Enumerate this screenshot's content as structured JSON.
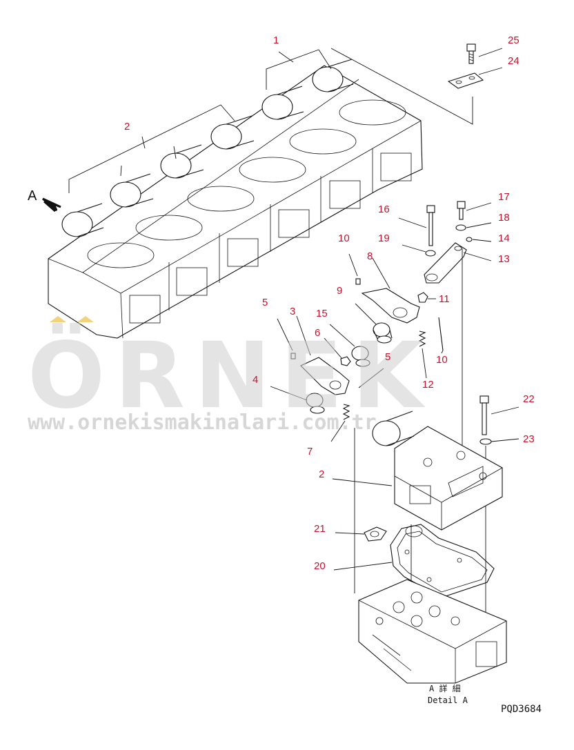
{
  "watermark": {
    "brand": "ÖRNEK",
    "url": "www.ornekismakinalari.com.tr",
    "accent_color": "#f2d27a"
  },
  "view_label": "A",
  "detail_label_jp": "A 詳 細",
  "detail_label_en": "Detail A",
  "drawing_code": "PQD3684",
  "colors": {
    "callout": "#c8102e",
    "line": "#111111",
    "watermark": "#cfcfcf"
  },
  "callouts": [
    {
      "id": "c1",
      "text": "1"
    },
    {
      "id": "c2a",
      "text": "2"
    },
    {
      "id": "c25",
      "text": "25"
    },
    {
      "id": "c24",
      "text": "24"
    },
    {
      "id": "c17",
      "text": "17"
    },
    {
      "id": "c16",
      "text": "16"
    },
    {
      "id": "c18",
      "text": "18"
    },
    {
      "id": "c19",
      "text": "19"
    },
    {
      "id": "c14",
      "text": "14"
    },
    {
      "id": "c10a",
      "text": "10"
    },
    {
      "id": "c13",
      "text": "13"
    },
    {
      "id": "c8",
      "text": "8"
    },
    {
      "id": "c11",
      "text": "11"
    },
    {
      "id": "c9",
      "text": "9"
    },
    {
      "id": "c5a",
      "text": "5"
    },
    {
      "id": "c3",
      "text": "3"
    },
    {
      "id": "c15",
      "text": "15"
    },
    {
      "id": "c6",
      "text": "6"
    },
    {
      "id": "c10b",
      "text": "10"
    },
    {
      "id": "c5b",
      "text": "5"
    },
    {
      "id": "c12",
      "text": "12"
    },
    {
      "id": "c4",
      "text": "4"
    },
    {
      "id": "c22",
      "text": "22"
    },
    {
      "id": "c7",
      "text": "7"
    },
    {
      "id": "c23",
      "text": "23"
    },
    {
      "id": "c2b",
      "text": "2"
    },
    {
      "id": "c21",
      "text": "21"
    },
    {
      "id": "c20",
      "text": "20"
    }
  ]
}
